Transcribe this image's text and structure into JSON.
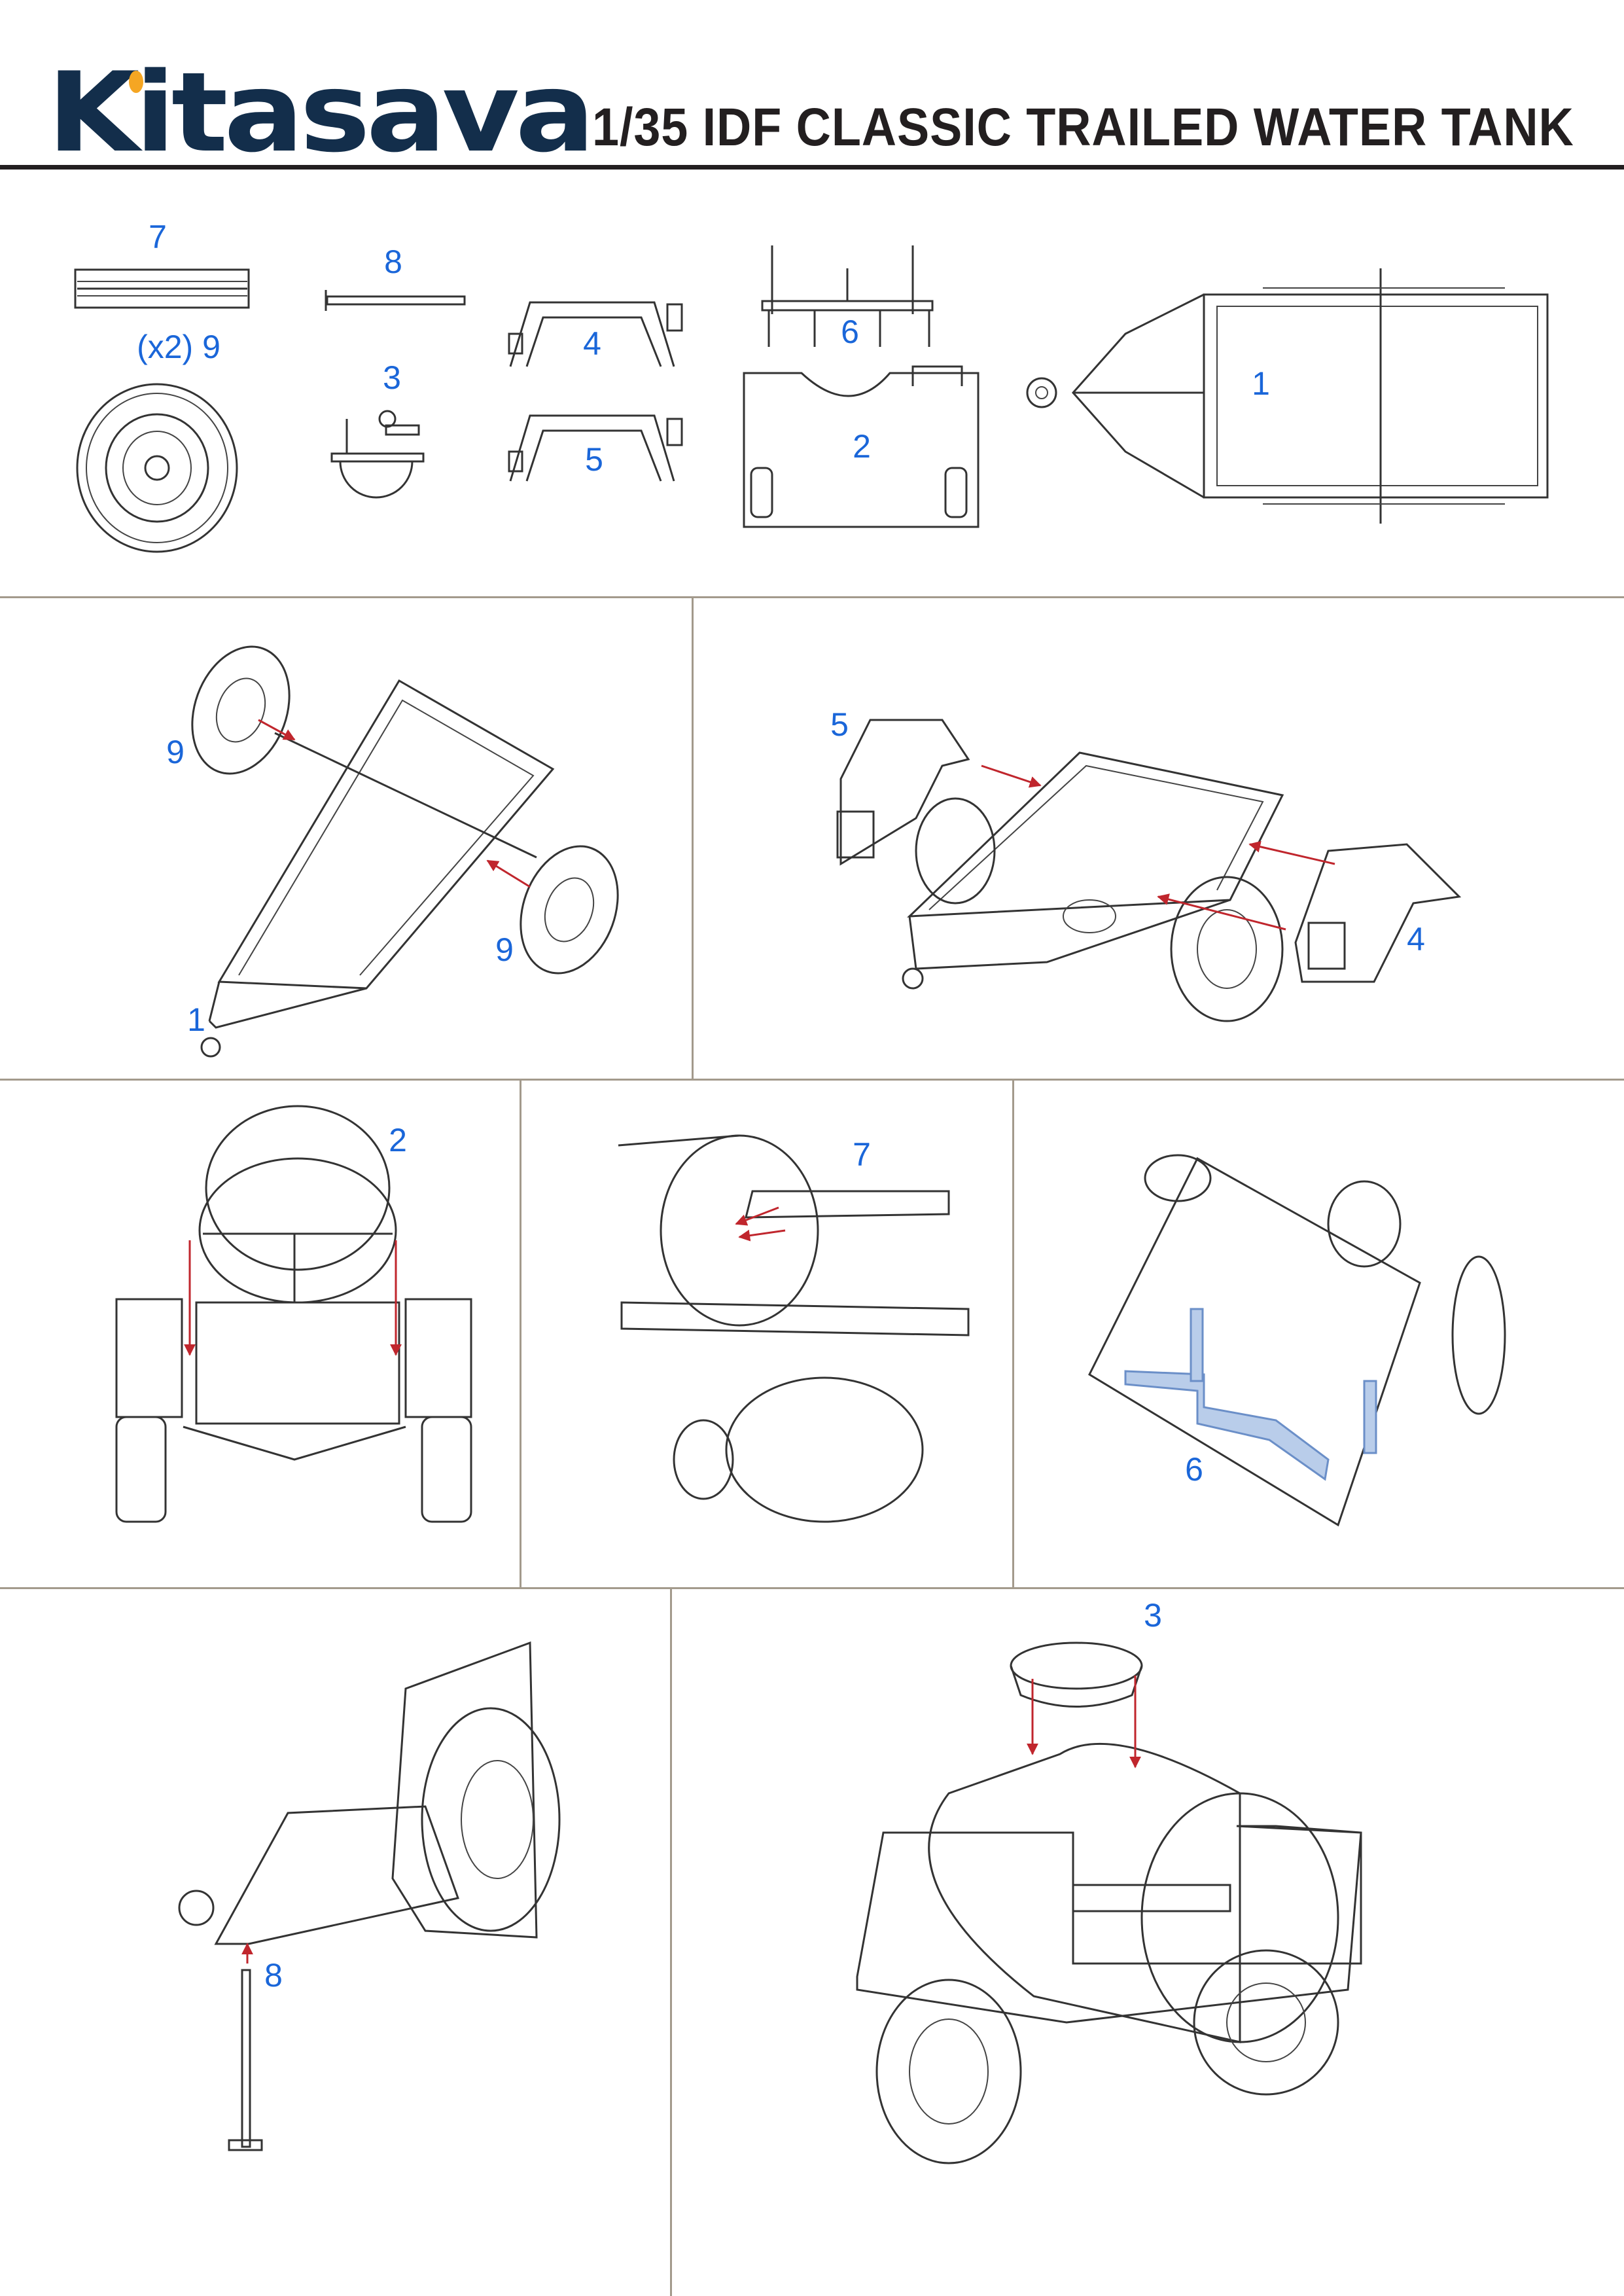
{
  "header": {
    "brand": "Kitasava",
    "title": "1/35 IDF CLASSIC TRAILED WATER TANK"
  },
  "parts": {
    "p7": "7",
    "p8": "8",
    "p9": "(x2) 9",
    "p3": "3",
    "p4": "4",
    "p5": "5",
    "p6": "6",
    "p2": "2",
    "p1": "1"
  },
  "steps": {
    "s1": {
      "a": "9",
      "b": "9",
      "c": "1"
    },
    "s2": {
      "a": "5",
      "b": "4"
    },
    "s3": {
      "a": "2"
    },
    "s4": {
      "a": "7"
    },
    "s5": {
      "a": "6"
    },
    "s6": {
      "a": "8"
    },
    "s7": {
      "a": "3"
    }
  },
  "colors": {
    "brand": "#132e4b",
    "brand_dot": "#f5a623",
    "label": "#1a66d9",
    "arrow": "#c0262d",
    "highlight": "#b9cdea"
  }
}
